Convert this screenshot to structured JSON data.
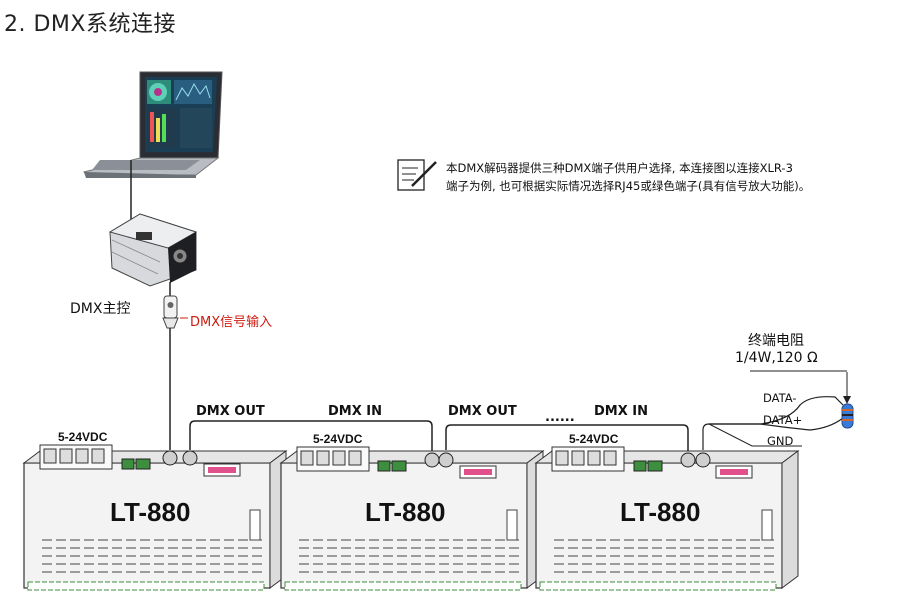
{
  "title": "2. DMX系统连接",
  "note": {
    "line1": "本DMX解码器提供三种DMX端子供用户选择, 本连接图以连接XLR-3",
    "line2": "端子为例, 也可根据实际情况选择RJ45或绿色端子(具有信号放大功能)。"
  },
  "labels": {
    "dmx_master": "DMX主控",
    "dmx_signal_input": "DMX信号输入",
    "terminator": "终端电阻",
    "terminator_spec": "1/4W,120 Ω",
    "dmx_out_1": "DMX OUT",
    "dmx_in_1": "DMX IN",
    "dmx_out_2": "DMX OUT",
    "ellipsis": "......",
    "dmx_in_2": "DMX IN",
    "data_minus": "DATA-",
    "data_plus": "DATA+",
    "gnd": "GND"
  },
  "devices": [
    {
      "model": "LT-880",
      "power": "5-24VDC"
    },
    {
      "model": "LT-880",
      "power": "5-24VDC"
    },
    {
      "model": "LT-880",
      "power": "5-24VDC"
    }
  ],
  "colors": {
    "signal_label": "#d01c10",
    "resistor": "#3a7bd5",
    "terminal_green": "#3d8f3d",
    "connector_pink": "#e0508a"
  }
}
